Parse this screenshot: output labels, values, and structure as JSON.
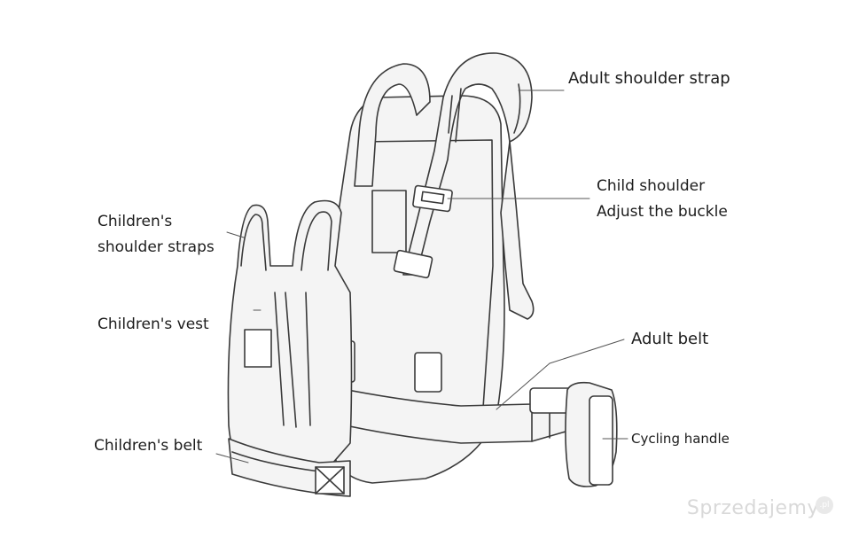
{
  "labels": {
    "adult_shoulder_strap": "Adult shoulder strap",
    "child_shoulder_line1": "Child shoulder",
    "child_shoulder_line2": "Adjust the buckle",
    "childrens_shoulder_line1": "Children's",
    "childrens_shoulder_line2": "shoulder straps",
    "childrens_vest": "Children's vest",
    "adult_belt": "Adult belt",
    "childrens_belt": "Children's belt",
    "cycling_handle": "Cycling handle"
  },
  "watermark": {
    "text": "Sprzedajemy",
    "badge": ".pl"
  },
  "colors": {
    "line": "#3a3a3a",
    "fill": "#f4f4f4",
    "text": "#1c1c1c",
    "watermark": "#d9d9d9"
  }
}
